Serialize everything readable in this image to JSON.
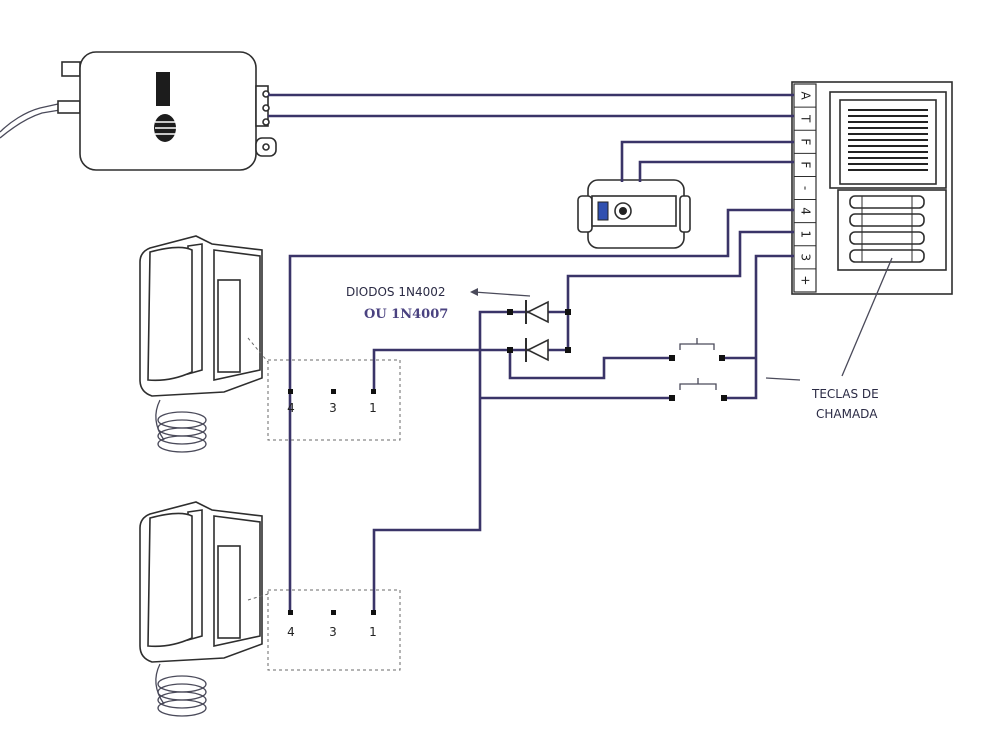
{
  "diagram": {
    "diode_label": "DIODOS 1N4002",
    "diode_alt_label": "OU 1N4007",
    "keys_label_line1": "TECLAS DE",
    "keys_label_line2": "CHAMADA",
    "panel_terminals": [
      "A",
      "T",
      "F",
      "F",
      "-",
      "4",
      "1",
      "3",
      "+"
    ],
    "handset_terminals_top": [
      "4",
      "3",
      "1"
    ],
    "handset_terminals_bottom": [
      "4",
      "3",
      "1"
    ],
    "colors": {
      "wire": "#3a3468",
      "outline": "#2e2e2e",
      "label_accent": "#4a4280"
    }
  }
}
